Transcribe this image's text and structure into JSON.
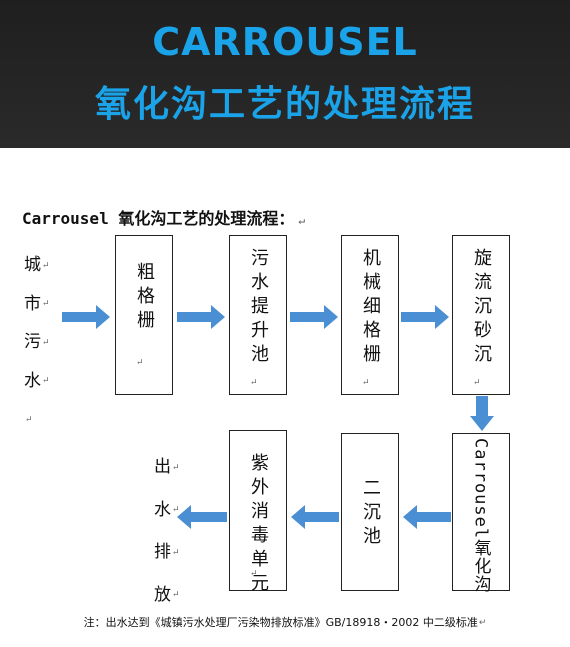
{
  "banner": {
    "title_en": "CARROUSEL",
    "title_zh": "氧化沟工艺的处理流程"
  },
  "heading": "Carrousel 氧化沟工艺的处理流程：",
  "source": [
    "城",
    "市",
    "污",
    "水"
  ],
  "outlet": [
    "出",
    "水",
    "排",
    "放"
  ],
  "units": {
    "coarse_screen": "粗格栅",
    "lift_pump": "污水提升池",
    "fine_screen": "机械细格栅",
    "grit_chamber": "旋流沉砂沉",
    "oxidation_ditch": "Carrousel氧化沟",
    "secondary_clarifier": "二沉池",
    "uv_disinfection": "紫外消毒单元"
  },
  "colors": {
    "banner_bg": "#262626",
    "banner_text": "#1aa3e8",
    "arrow": "#4a8fd4"
  },
  "note": "注：出水达到《城镇污水处理厂污染物排放标准》GB/18918・2002 中二级标准"
}
